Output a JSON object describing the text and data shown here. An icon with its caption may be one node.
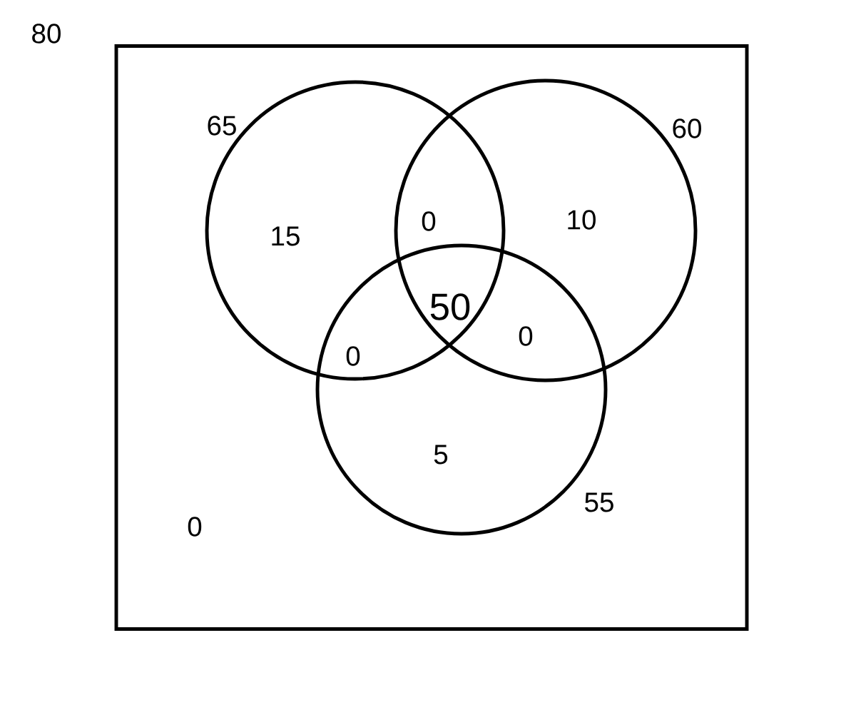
{
  "diagram": {
    "nodes": [
      {
        "text": [
          "0"
        ],
        "beside": [
          "80"
        ]
      },
      {
        "text": [
          "65",
          "15"
        ],
        "in": 0
      },
      {
        "text": [
          "60",
          "10"
        ],
        "in": 0
      },
      {
        "text": [
          "55",
          "5"
        ],
        "in": 0
      }
    ],
    "labels": [
      "0",
      "50",
      "0",
      "0"
    ]
  }
}
